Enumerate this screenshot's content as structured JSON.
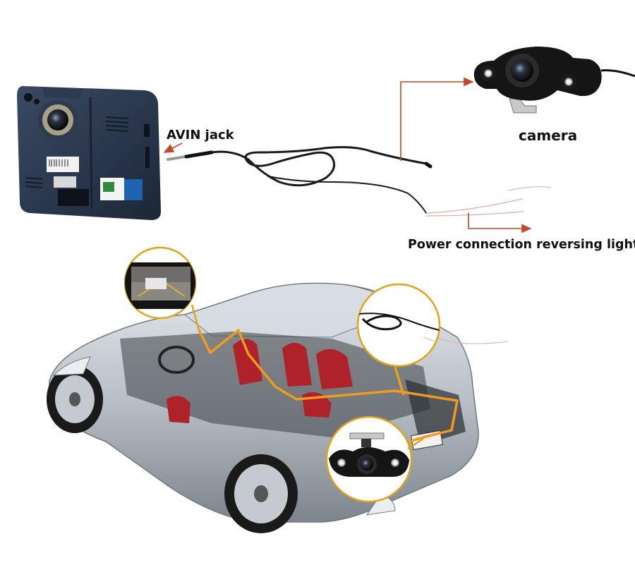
{
  "labels": {
    "avin": "AVIN jack",
    "camera": "camera",
    "power": "Power connection reversing light"
  },
  "colors": {
    "arrow": "#c0492a",
    "harness": "#f09a1f",
    "callout_ring": "#e3a21a",
    "cable": "#1a1a1a",
    "device_body": "#243247",
    "car_silver": "#b9c0c6",
    "seat_red": "#b0222a"
  },
  "icons": [
    "gps-navigator-icon",
    "rear-camera-icon",
    "cable-icon",
    "car-cutaway-icon",
    "monitor-icon"
  ]
}
